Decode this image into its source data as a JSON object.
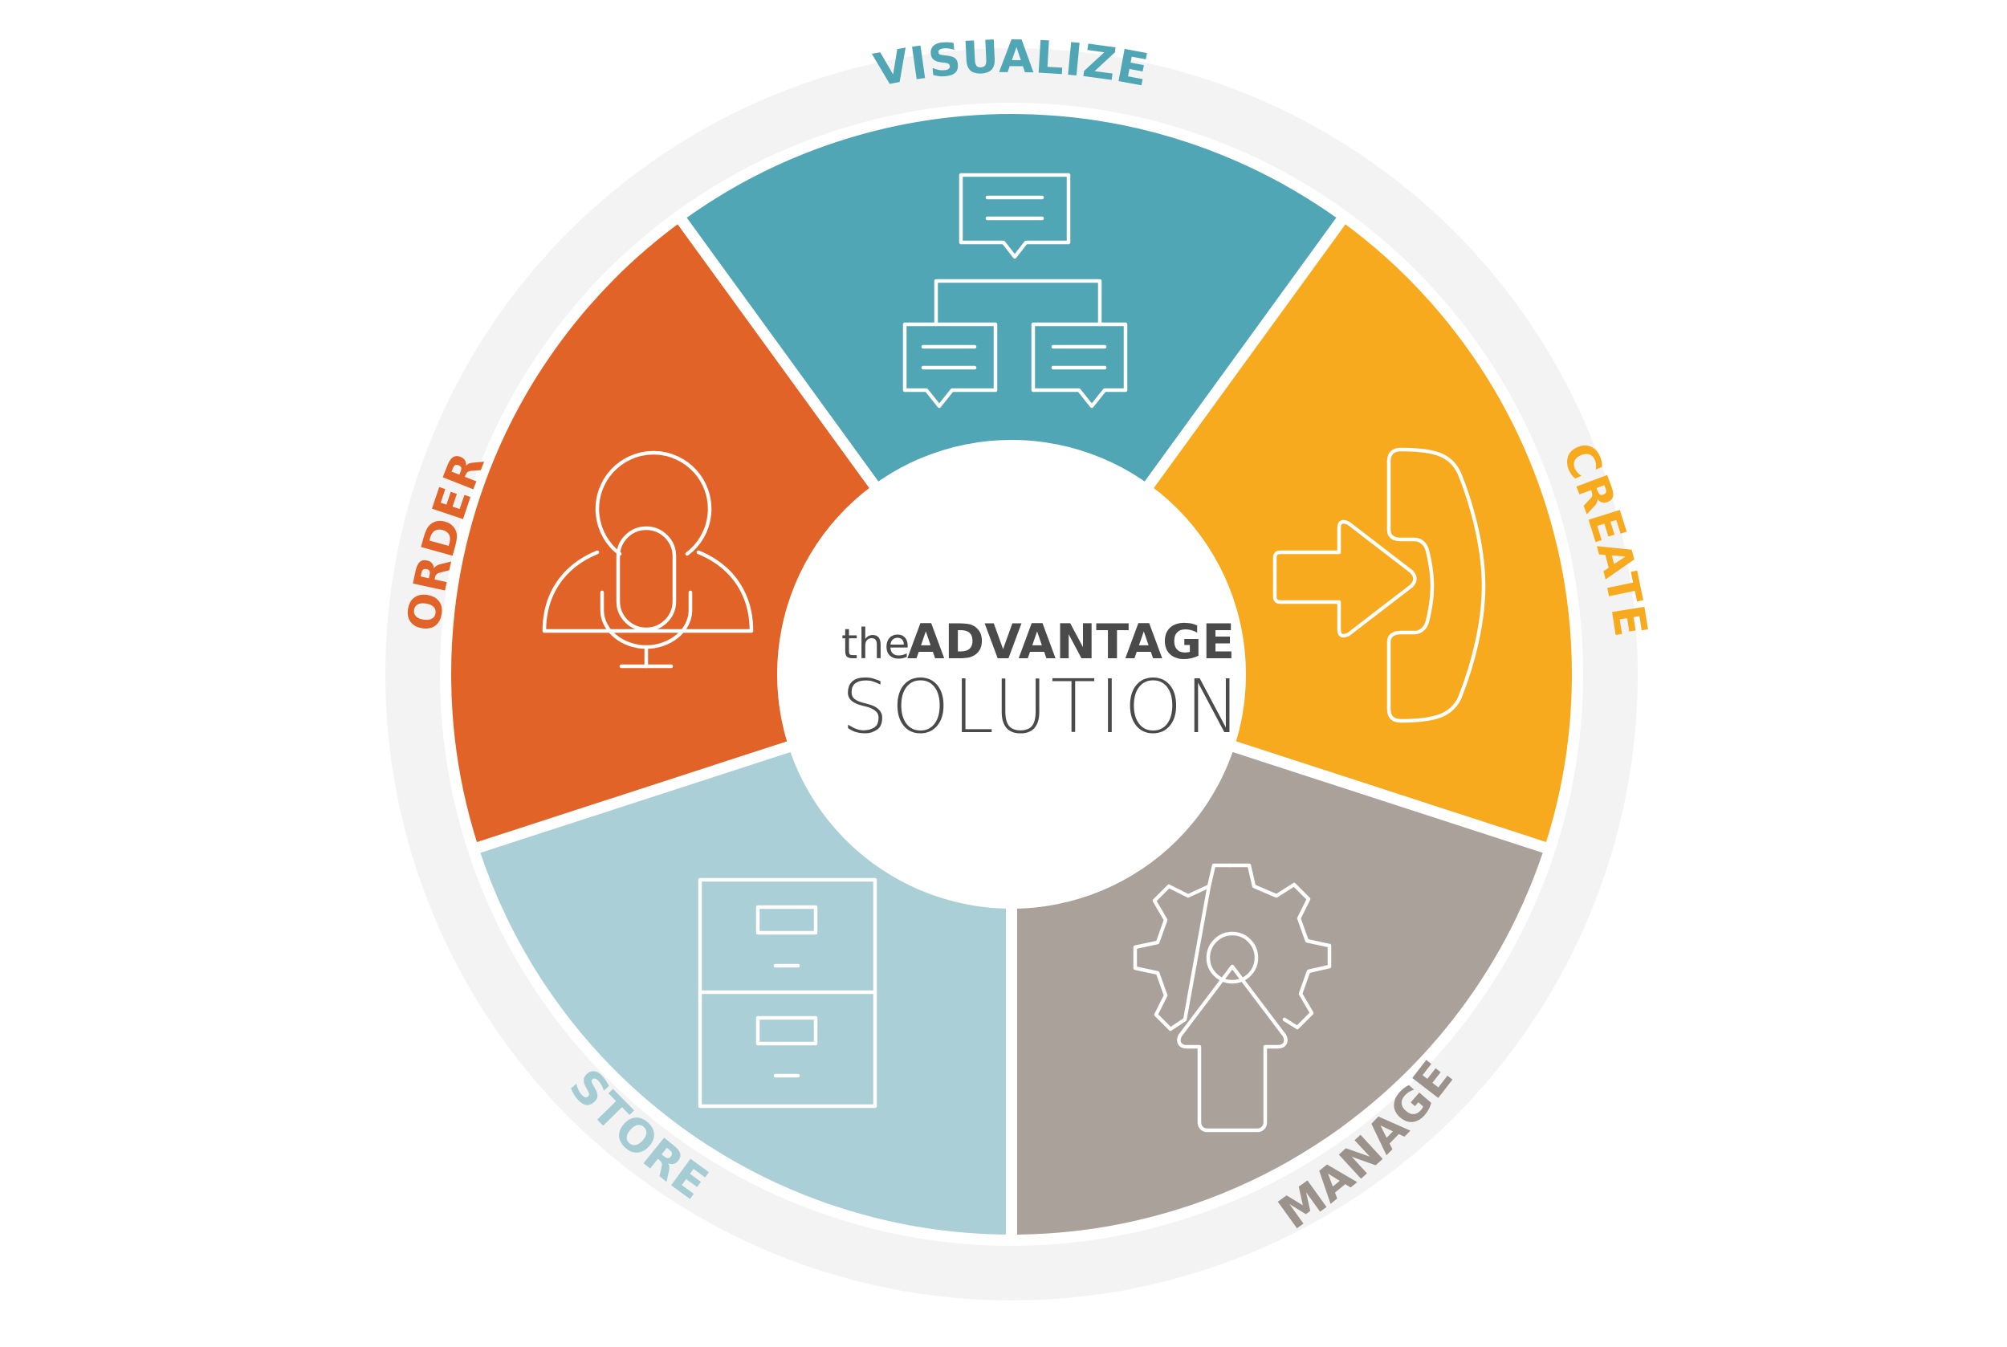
{
  "logo": {
    "line1_prefix": "the",
    "line1_main": "ADVANTAGE",
    "line2": "SOLUTION"
  },
  "segments": [
    {
      "id": "visualize",
      "label": "VISUALIZE",
      "color": "#51a6b6",
      "label_color": "#51a6b6",
      "icon": "chat-hierarchy-icon"
    },
    {
      "id": "create",
      "label": "CREATE",
      "color": "#f8aa1e",
      "label_color": "#f8aa1e",
      "icon": "phone-arrow-icon"
    },
    {
      "id": "manage",
      "label": "MANAGE",
      "color": "#aba19b",
      "label_color": "#9c928c",
      "icon": "gear-cursor-icon"
    },
    {
      "id": "store",
      "label": "STORE",
      "color": "#abcfd6",
      "label_color": "#a6ccd3",
      "icon": "filing-cabinet-icon"
    },
    {
      "id": "order",
      "label": "ORDER",
      "color": "#e26327",
      "label_color": "#e26327",
      "icon": "user-microphone-icon"
    }
  ],
  "ring_color": "#f3f3f3"
}
